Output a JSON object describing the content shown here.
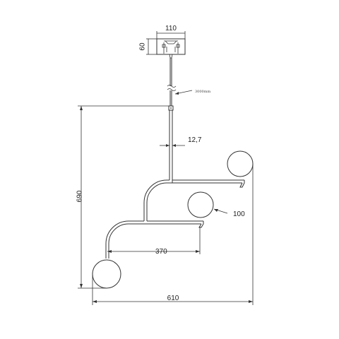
{
  "dimensions": {
    "canopy_width": "110",
    "canopy_height": "60",
    "cable_length": "3000mm",
    "rod_diameter": "12,7",
    "total_height": "690",
    "globe_diameter": "100",
    "arm_length": "370",
    "total_width": "610"
  },
  "colors": {
    "ink": "#333333",
    "background": "#ffffff"
  }
}
